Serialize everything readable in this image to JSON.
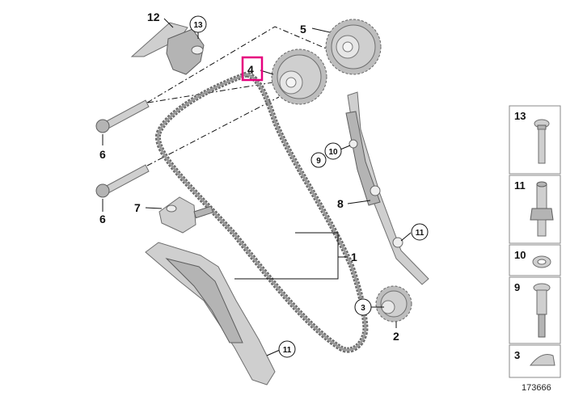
{
  "callouts": {
    "c12": "12",
    "c13": "13",
    "c5": "5",
    "c4": "4",
    "c6a": "6",
    "c6b": "6",
    "c7": "7",
    "c10": "10",
    "c9": "9",
    "c8": "8",
    "c11a": "11",
    "c1": "1",
    "c3": "3",
    "c2": "2",
    "c11b": "11"
  },
  "highlight_color": "#e6007e",
  "legend": [
    {
      "number": "13",
      "icon": "torx-bolt-icon"
    },
    {
      "number": "11",
      "icon": "bushing-bolt-icon"
    },
    {
      "number": "10",
      "icon": "washer-icon"
    },
    {
      "number": "9",
      "icon": "pin-bolt-icon"
    },
    {
      "number": "3",
      "icon": "woodruff-key-icon"
    }
  ],
  "reference_number": "173666"
}
